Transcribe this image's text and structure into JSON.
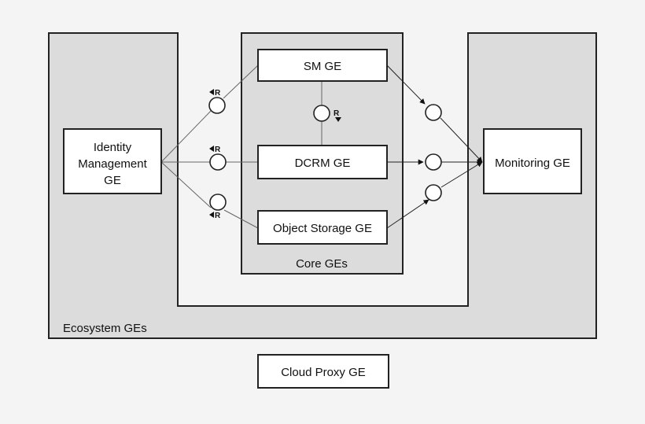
{
  "regions": {
    "ecosystem": {
      "label": "Ecosystem GEs"
    },
    "core": {
      "label": "Core GEs"
    }
  },
  "components": {
    "identity": {
      "lines": [
        "Identity",
        "Management",
        "GE"
      ]
    },
    "sm": {
      "label": "SM GE"
    },
    "dcrm": {
      "label": "DCRM GE"
    },
    "object_storage": {
      "label": "Object Storage GE"
    },
    "monitoring": {
      "label": "Monitoring GE"
    },
    "cloud_proxy": {
      "label": "Cloud Proxy GE"
    }
  },
  "interfaces": {
    "request_marker": "R"
  },
  "colors": {
    "region_fill": "#dcdcdc",
    "box_fill": "#ffffff",
    "stroke": "#222222",
    "connector": "#666666",
    "background": "#f4f4f4"
  }
}
